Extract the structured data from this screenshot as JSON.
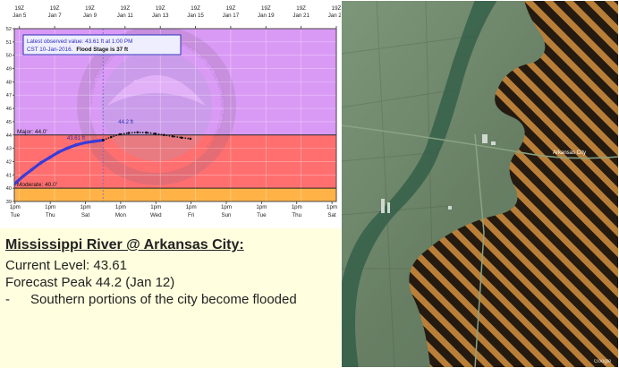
{
  "chart_data": {
    "type": "line",
    "title": "",
    "xlabel": "",
    "ylabel": "",
    "ylim": [
      39,
      52
    ],
    "xlim": [
      "2016-01-05 12:00",
      "2016-01-23 19:00"
    ],
    "yticks": [
      39,
      40,
      41,
      42,
      43,
      44,
      45,
      46,
      47,
      48,
      49,
      50,
      51,
      52
    ],
    "top_ticks": [
      {
        "x": "2016-01-05 19:00",
        "line1": "19Z",
        "line2": "Jan 5"
      },
      {
        "x": "2016-01-07 19:00",
        "line1": "19Z",
        "line2": "Jan 7"
      },
      {
        "x": "2016-01-09 19:00",
        "line1": "19Z",
        "line2": "Jan 9"
      },
      {
        "x": "2016-01-11 19:00",
        "line1": "19Z",
        "line2": "Jan 11"
      },
      {
        "x": "2016-01-13 19:00",
        "line1": "19Z",
        "line2": "Jan 13"
      },
      {
        "x": "2016-01-15 19:00",
        "line1": "19Z",
        "line2": "Jan 15"
      },
      {
        "x": "2016-01-17 19:00",
        "line1": "19Z",
        "line2": "Jan 17"
      },
      {
        "x": "2016-01-19 19:00",
        "line1": "19Z",
        "line2": "Jan 19"
      },
      {
        "x": "2016-01-21 19:00",
        "line1": "19Z",
        "line2": "Jan 21"
      },
      {
        "x": "2016-01-23 19:00",
        "line1": "19Z",
        "line2": "Jan 23"
      }
    ],
    "bottom_ticks": [
      {
        "x": "2016-01-05 13:00",
        "line1": "1pm",
        "line2": "Tue"
      },
      {
        "x": "2016-01-07 13:00",
        "line1": "1pm",
        "line2": "Thu"
      },
      {
        "x": "2016-01-09 13:00",
        "line1": "1pm",
        "line2": "Sat"
      },
      {
        "x": "2016-01-11 13:00",
        "line1": "1pm",
        "line2": "Mon"
      },
      {
        "x": "2016-01-13 13:00",
        "line1": "1pm",
        "line2": "Wed"
      },
      {
        "x": "2016-01-15 13:00",
        "line1": "1pm",
        "line2": "Fri"
      },
      {
        "x": "2016-01-17 13:00",
        "line1": "1pm",
        "line2": "Sun"
      },
      {
        "x": "2016-01-19 13:00",
        "line1": "1pm",
        "line2": "Tue"
      },
      {
        "x": "2016-01-21 13:00",
        "line1": "1pm",
        "line2": "Thu"
      },
      {
        "x": "2016-01-23 13:00",
        "line1": "1pm",
        "line2": "Sat"
      }
    ],
    "stages": [
      {
        "label": "Major: 44.0'",
        "value": 44.0,
        "color": "#ff6f6f"
      },
      {
        "label": "Moderate: 40.0'",
        "value": 40.0,
        "color": "#ffb347"
      }
    ],
    "zone_above_color": "#d99af5",
    "series": [
      {
        "kind": "observed",
        "color": "#3b3bd8",
        "points": [
          {
            "x": "2016-01-05 12:00",
            "y": 40.3
          },
          {
            "x": "2016-01-06 00:00",
            "y": 40.9
          },
          {
            "x": "2016-01-06 12:00",
            "y": 41.4
          },
          {
            "x": "2016-01-07 00:00",
            "y": 41.9
          },
          {
            "x": "2016-01-07 12:00",
            "y": 42.3
          },
          {
            "x": "2016-01-08 00:00",
            "y": 42.7
          },
          {
            "x": "2016-01-08 12:00",
            "y": 43.0
          },
          {
            "x": "2016-01-09 00:00",
            "y": 43.25
          },
          {
            "x": "2016-01-09 12:00",
            "y": 43.42
          },
          {
            "x": "2016-01-10 00:00",
            "y": 43.52
          },
          {
            "x": "2016-01-10 13:00",
            "y": 43.61
          }
        ]
      },
      {
        "kind": "forecast",
        "color": "#111111",
        "points": [
          {
            "x": "2016-01-10 13:00",
            "y": 43.61
          },
          {
            "x": "2016-01-11 00:00",
            "y": 43.85
          },
          {
            "x": "2016-01-11 12:00",
            "y": 44.05
          },
          {
            "x": "2016-01-12 00:00",
            "y": 44.15
          },
          {
            "x": "2016-01-12 12:00",
            "y": 44.2
          },
          {
            "x": "2016-01-13 00:00",
            "y": 44.18
          },
          {
            "x": "2016-01-13 12:00",
            "y": 44.1
          },
          {
            "x": "2016-01-14 00:00",
            "y": 44.0
          },
          {
            "x": "2016-01-14 12:00",
            "y": 43.9
          },
          {
            "x": "2016-01-15 00:00",
            "y": 43.8
          },
          {
            "x": "2016-01-15 12:00",
            "y": 43.72
          }
        ]
      }
    ],
    "annotations": [
      {
        "text": "43.61 ft",
        "x": "2016-01-09 00:00",
        "y": 43.65
      },
      {
        "text": "44.2 ft",
        "x": "2016-01-11 20:00",
        "y": 44.85
      }
    ],
    "current_time": "2016-01-10 13:00",
    "latest_box": {
      "line1": "Latest observed value: 43.61 ft at 1:00 PM",
      "line2_a": "CST 10-Jan-2016.",
      "line2_b": "Flood Stage is 37 ft"
    },
    "watermark": "NOAA",
    "watermark_text": "NATIONAL OCEANIC AND ATMOSPHERIC ADMINISTRATION · U.S. DEPARTMENT OF COMMERCE"
  },
  "map": {
    "city_label": "Arkansas City",
    "credit": "Google",
    "colors": {
      "river": "#2d5b45",
      "field": "#6e8a6a",
      "flood_stripe": "#c98a3c",
      "flood_dark": "#241a10"
    }
  },
  "info": {
    "title": "Mississippi River @ Arkansas City:",
    "current": "Current Level: 43.61",
    "forecast": "Forecast Peak 44.2 (Jan 12)",
    "bullet_marker": "-",
    "bullet": "Southern portions of the city become flooded"
  }
}
